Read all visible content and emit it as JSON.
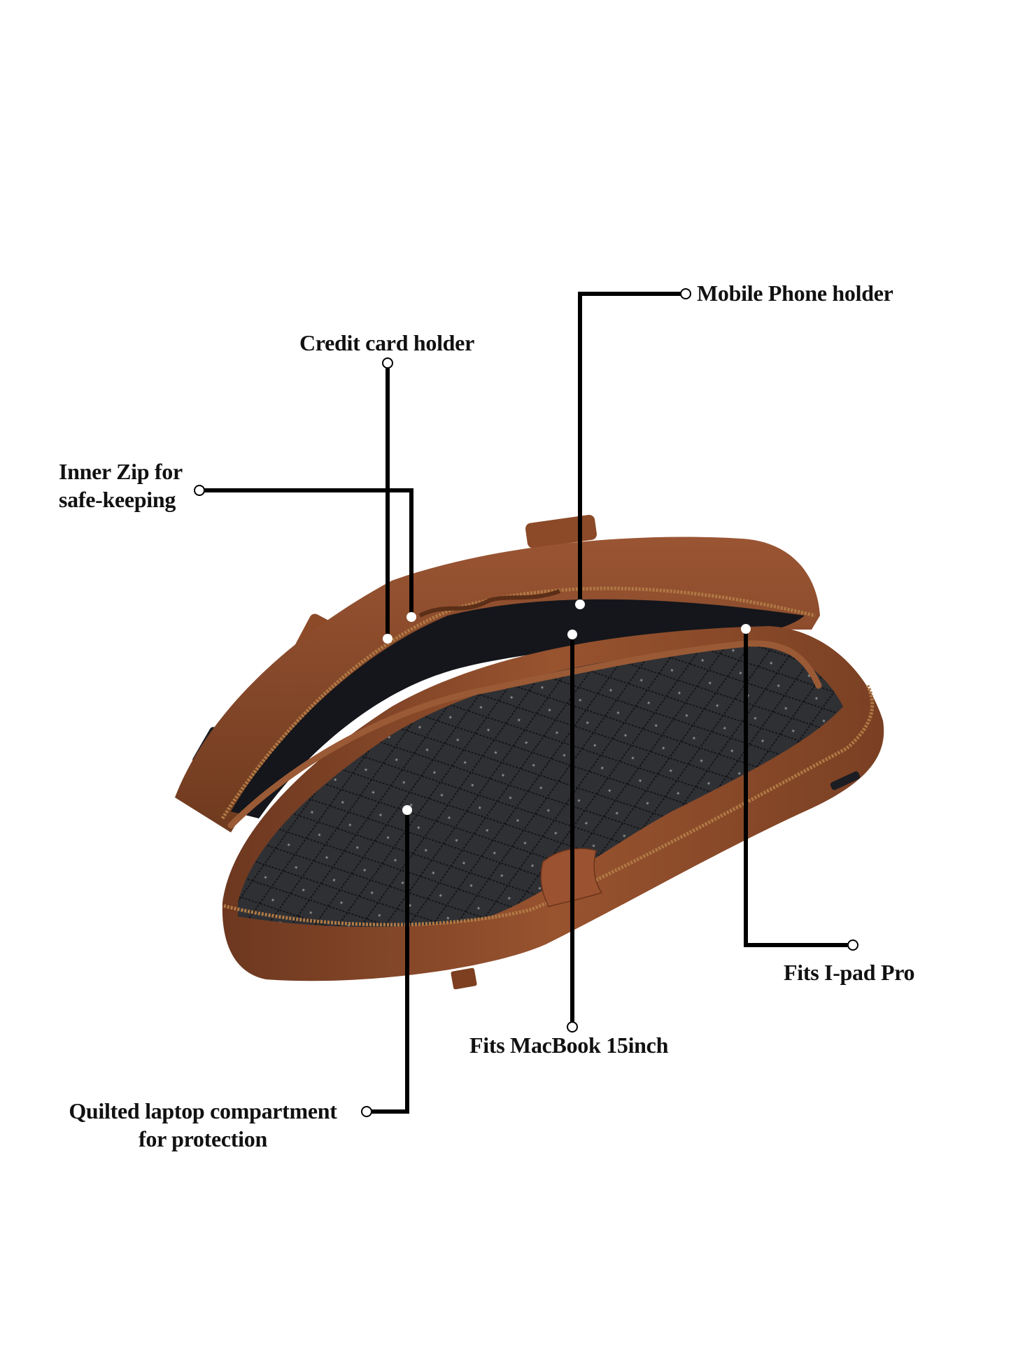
{
  "diagram": {
    "subject": "Open leather laptop bag with quilted interior",
    "colors": {
      "background": "#ffffff",
      "leather": "#8a4a2a",
      "leather_dark": "#5e2f18",
      "zipper": "#b07a45",
      "lining": "#2e2f33",
      "lining_dark": "#15171c",
      "callout_line": "#000000",
      "text": "#111111"
    },
    "callouts": [
      {
        "id": "credit-card",
        "lines": [
          "Credit card holder"
        ]
      },
      {
        "id": "inner-zip",
        "lines": [
          "Inner Zip for",
          "safe-keeping"
        ]
      },
      {
        "id": "mobile-phone",
        "lines": [
          "Mobile Phone holder"
        ]
      },
      {
        "id": "ipad",
        "lines": [
          "Fits I-pad Pro"
        ]
      },
      {
        "id": "macbook",
        "lines": [
          "Fits MacBook 15inch"
        ]
      },
      {
        "id": "quilted",
        "lines": [
          "Quilted laptop compartment",
          "for protection"
        ]
      }
    ]
  }
}
